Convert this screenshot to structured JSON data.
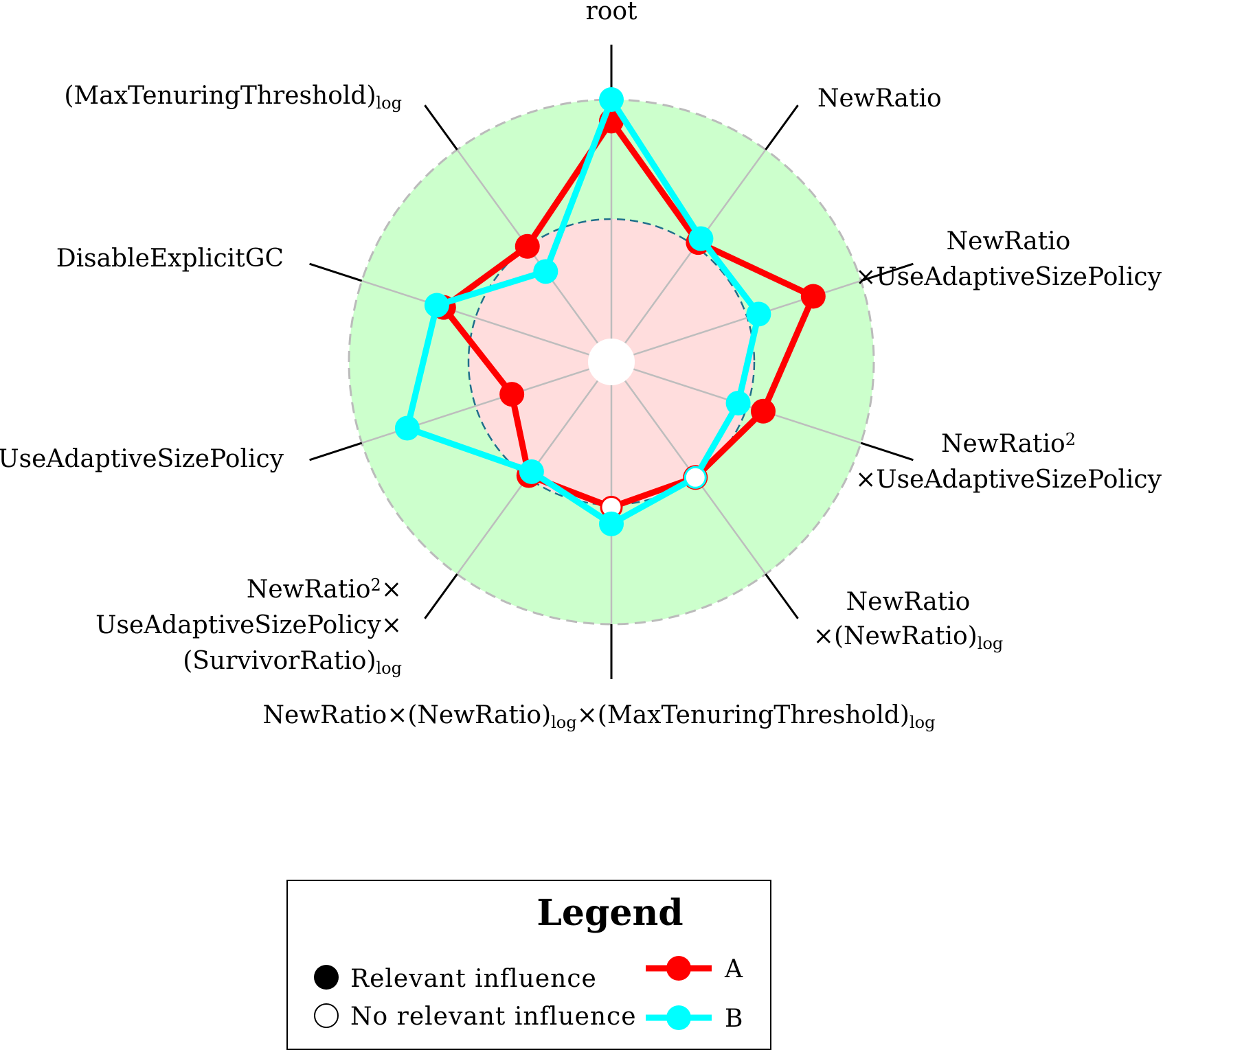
{
  "chart_data": {
    "type": "radar",
    "axes": [
      {
        "lines": [
          [
            {
              "t": "root"
            }
          ]
        ]
      },
      {
        "lines": [
          [
            {
              "t": "NewRatio"
            }
          ]
        ]
      },
      {
        "lines": [
          [
            {
              "t": "NewRatio"
            }
          ],
          [
            {
              "t": "×UseAdaptiveSizePolicy"
            }
          ]
        ]
      },
      {
        "lines": [
          [
            {
              "t": "NewRatio"
            },
            {
              "t": "2",
              "sup": true
            }
          ],
          [
            {
              "t": "×UseAdaptiveSizePolicy"
            }
          ]
        ]
      },
      {
        "lines": [
          [
            {
              "t": "NewRatio"
            }
          ],
          [
            {
              "t": "×(NewRatio)"
            },
            {
              "t": "log",
              "sub": true
            }
          ]
        ]
      },
      {
        "lines": [
          [
            {
              "t": "NewRatio×(NewRatio)"
            },
            {
              "t": "log",
              "sub": true
            },
            {
              "t": "×(MaxTenuringThreshold)"
            },
            {
              "t": "log",
              "sub": true
            }
          ]
        ]
      },
      {
        "lines": [
          [
            {
              "t": "NewRatio"
            },
            {
              "t": "2",
              "sup": true
            },
            {
              "t": "×"
            }
          ],
          [
            {
              "t": "UseAdaptiveSizePolicy×"
            }
          ],
          [
            {
              "t": "(SurvivorRatio)"
            },
            {
              "t": "log",
              "sub": true
            }
          ]
        ]
      },
      {
        "lines": [
          [
            {
              "t": "UseAdaptiveSizePolicy"
            }
          ]
        ]
      },
      {
        "lines": [
          [
            {
              "t": "DisableExplicitGC"
            }
          ]
        ]
      },
      {
        "lines": [
          [
            {
              "t": "(MaxTenuringThreshold)"
            },
            {
              "t": "log",
              "sub": true
            }
          ]
        ]
      }
    ],
    "range": [
      0,
      1
    ],
    "threshold": 0.5,
    "series": [
      {
        "name": "A",
        "color": "#ff0000",
        "values": [
          0.91,
          0.52,
          0.79,
          0.57,
          0.5,
          0.51,
          0.49,
          0.34,
          0.64,
          0.5
        ],
        "relevant": [
          true,
          true,
          true,
          true,
          true,
          false,
          true,
          true,
          true,
          true
        ]
      },
      {
        "name": "B",
        "color": "#00ffff",
        "values": [
          1.0,
          0.54,
          0.55,
          0.46,
          0.5,
          0.58,
          0.47,
          0.8,
          0.67,
          0.37
        ],
        "relevant": [
          true,
          true,
          true,
          true,
          false,
          true,
          true,
          true,
          true,
          true
        ]
      }
    ],
    "colors": {
      "inner_fill": "#ffdddd",
      "outer_fill": "#ccffcc",
      "threshold_ring": "#1f6f8b",
      "outer_ring": "#bbbbbb"
    }
  },
  "legend": {
    "title": "Legend",
    "relevant": "Relevant influence",
    "not_relevant": "No relevant influence"
  }
}
